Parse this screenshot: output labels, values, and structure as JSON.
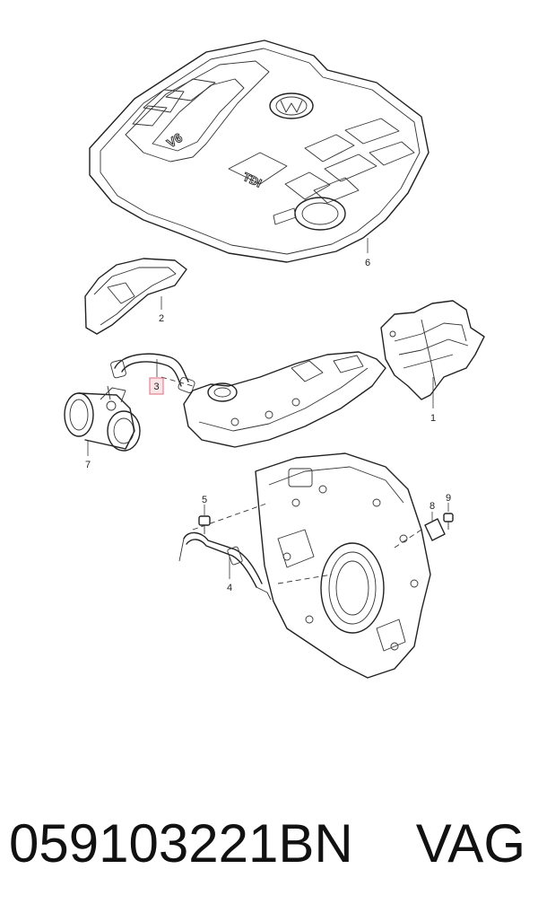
{
  "diagram": {
    "callouts": {
      "c1": "1",
      "c2": "2",
      "c3": "3",
      "c4": "4",
      "c5": "5",
      "c6": "6",
      "c7": "7",
      "c8": "8",
      "c9": "9"
    },
    "highlight_color": "#e06a7a"
  },
  "footer": {
    "part_number": "059103221BN",
    "brand": "VAG"
  }
}
